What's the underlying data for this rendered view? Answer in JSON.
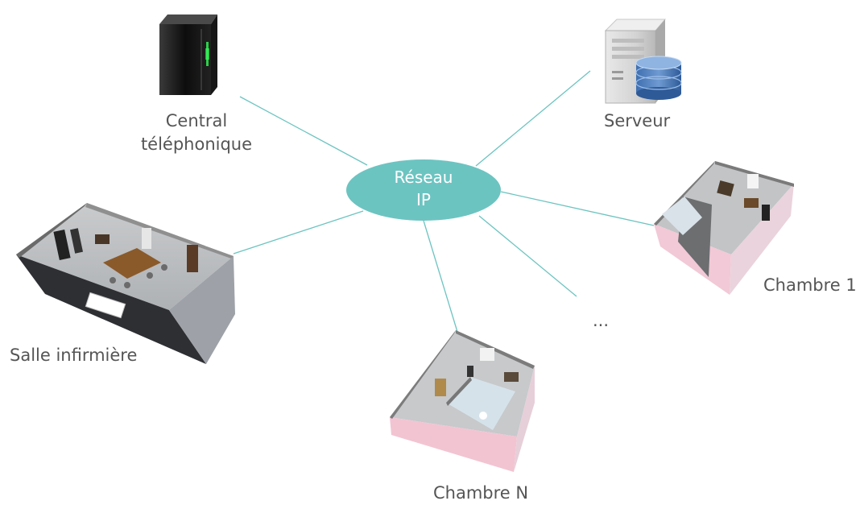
{
  "hub": {
    "line1": "Réseau",
    "line2": "IP",
    "color": "#6cc4c1"
  },
  "link_color": "#6cc4c1",
  "nodes": {
    "central": {
      "line1": "Central",
      "line2": "téléphonique",
      "icon": "tower-server-icon"
    },
    "serveur": {
      "label": "Serveur",
      "icon": "database-server-icon"
    },
    "salle": {
      "label": "Salle infirmière",
      "icon": "room-3d-icon"
    },
    "chambre1": {
      "label": "Chambre 1",
      "icon": "room-3d-icon"
    },
    "chambreN": {
      "label": "Chambre N",
      "icon": "room-3d-icon"
    },
    "ellipsis": {
      "label": "..."
    }
  }
}
